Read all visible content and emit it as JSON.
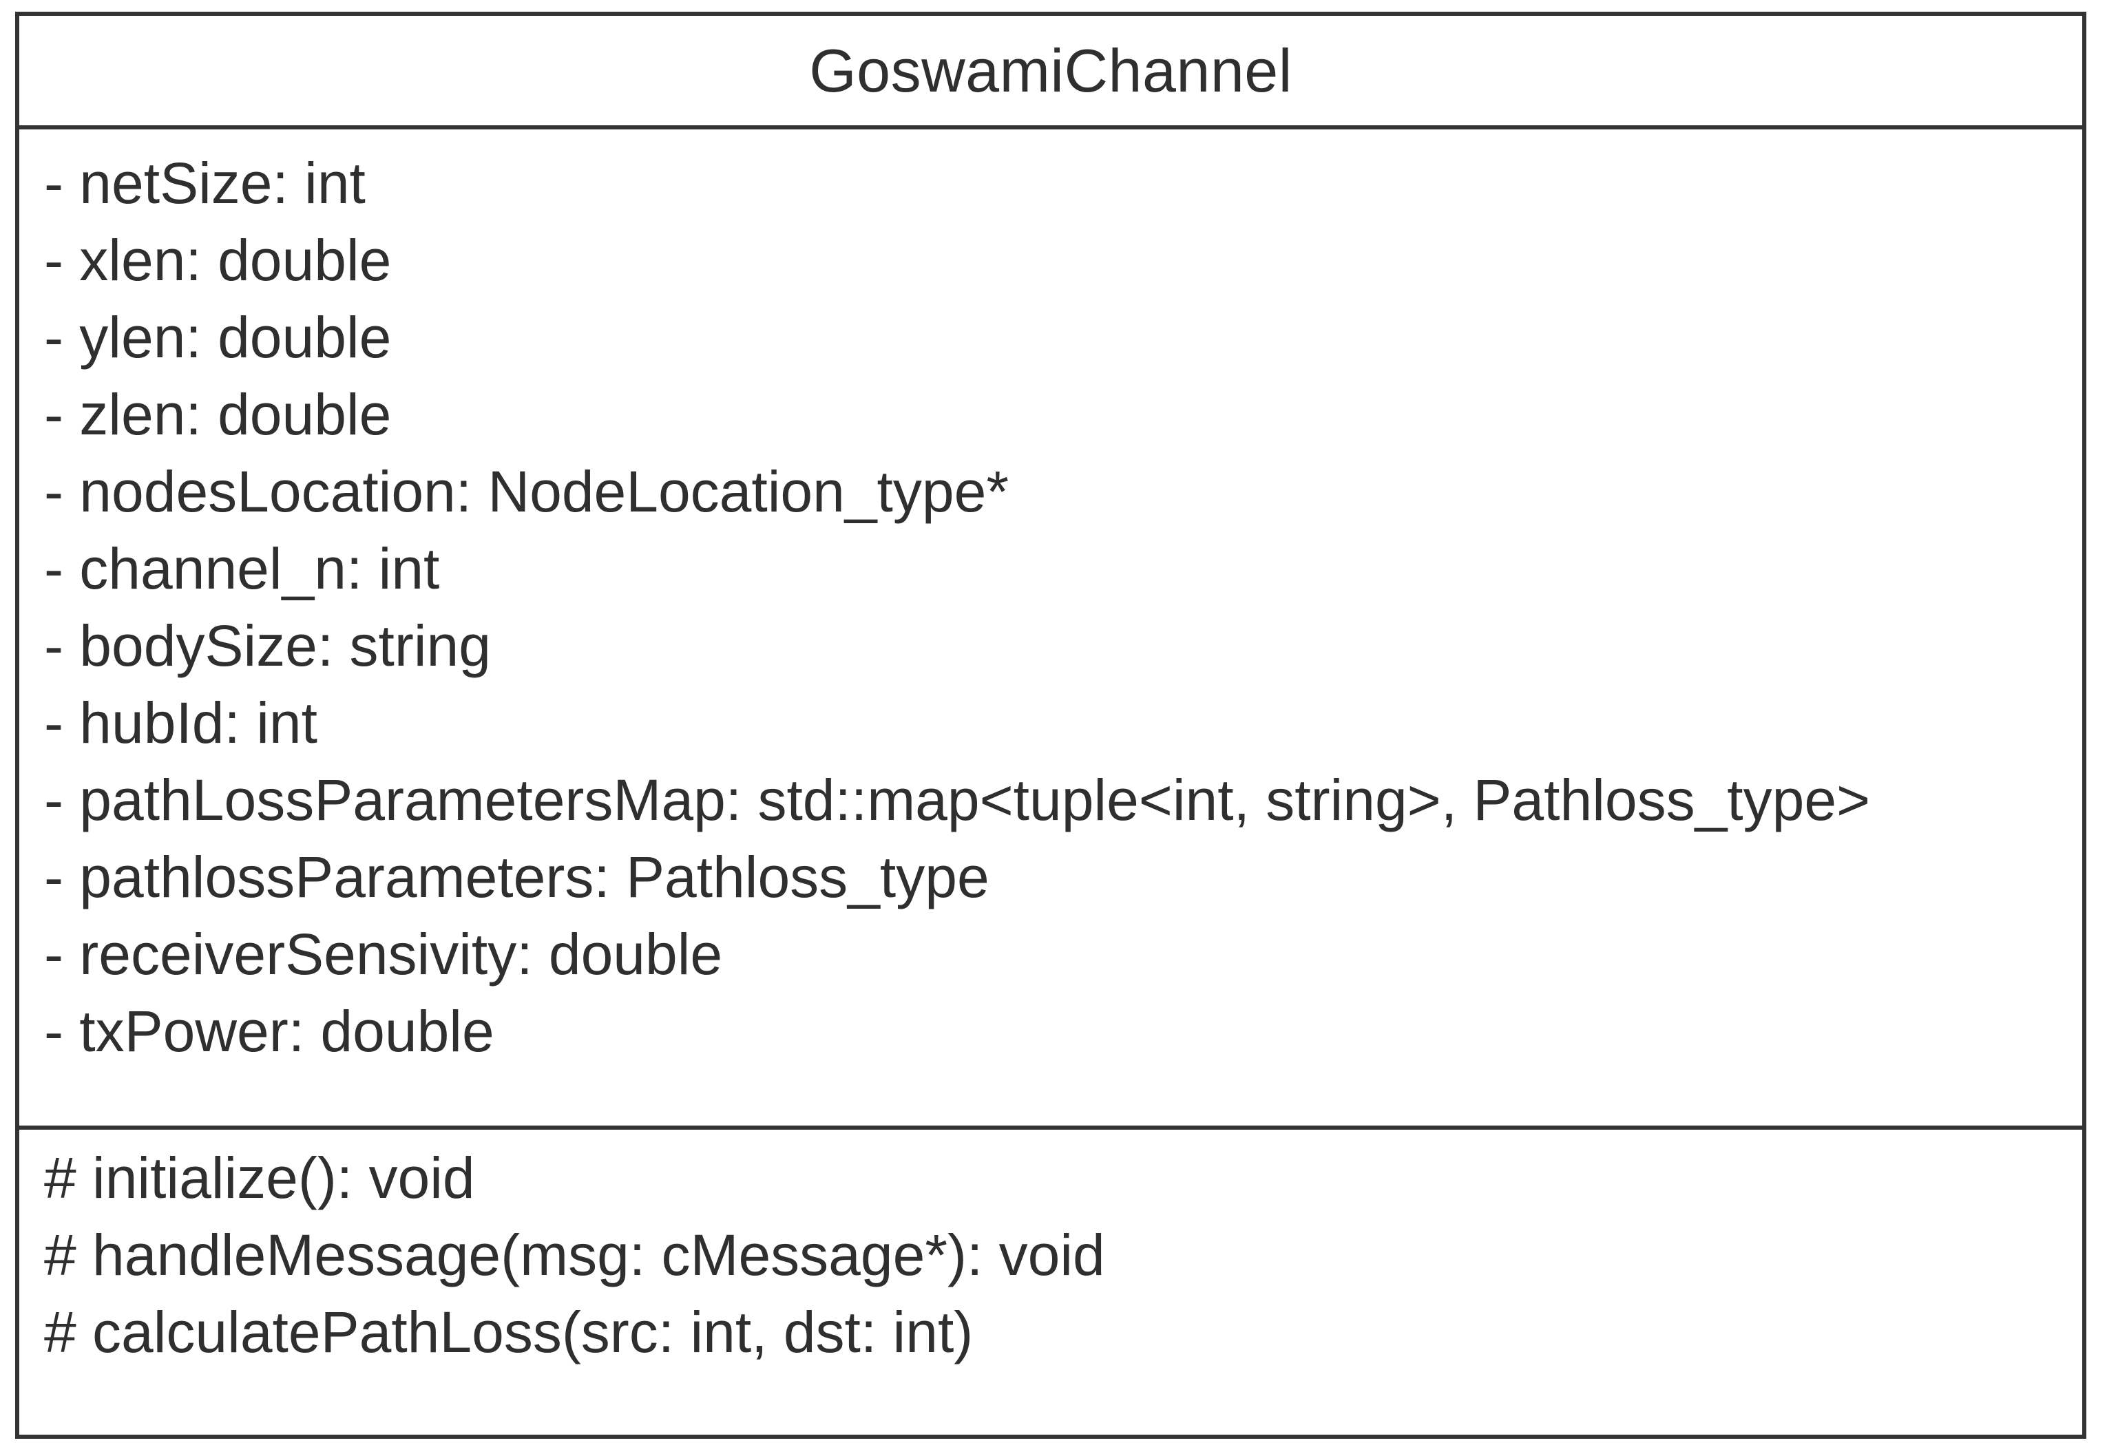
{
  "diagram": {
    "type": "uml-class-diagram",
    "class_name": "GoswamiChannel",
    "attributes": [
      "- netSize: int",
      "- xlen: double",
      "- ylen: double",
      "- zlen: double",
      "- nodesLocation: NodeLocation_type*",
      "- channel_n: int",
      "- bodySize: string",
      "- hubId: int",
      "- pathLossParametersMap: std::map<tuple<int, string>, Pathloss_type>",
      "- pathlossParameters: Pathloss_type",
      "- receiverSensivity: double",
      "- txPower: double"
    ],
    "methods": [
      "# initialize(): void",
      "# handleMessage(msg: cMessage*): void",
      "# calculatePathLoss(src: int, dst: int)"
    ],
    "colors": {
      "border": "#333333",
      "text": "#2f2f2f",
      "background": "#ffffff"
    }
  }
}
